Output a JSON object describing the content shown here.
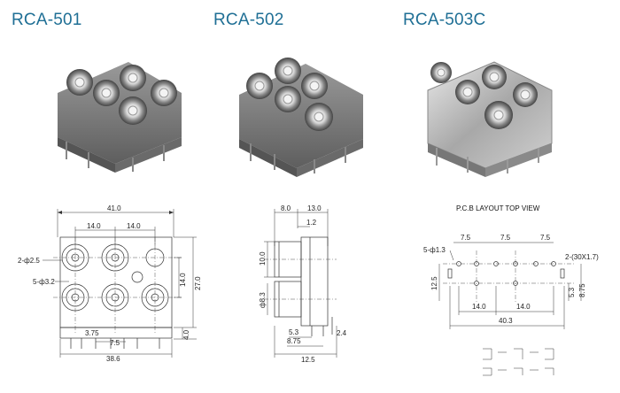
{
  "titles": {
    "rca501": "RCA-501",
    "rca502": "RCA-502",
    "rca503c": "RCA-503C"
  },
  "drawing501": {
    "overall_width": "41.0",
    "pitch_left": "14.0",
    "pitch_right": "14.0",
    "hole_large": "2-ф2.5",
    "hole_small": "5-ф3.2",
    "height_pitch": "14.0",
    "height_total": "27.0",
    "bottom_offset": "4.0",
    "pin_a": "3.75",
    "pin_b": "7.5",
    "base_width": "38.6"
  },
  "drawing502": {
    "top_a": "8.0",
    "top_b": "13.0",
    "top_c": "1.2",
    "side_h": "10.0",
    "jack_dia": "ф8.3",
    "pin_a": "5.3",
    "pin_b": "8.75",
    "pin_c": "2.4",
    "depth": "12.5"
  },
  "drawing503": {
    "header": "P.C.B LAYOUT    TOP VIEW",
    "holes": "5-ф1.3",
    "pitch1": "7.5",
    "pitch2": "7.5",
    "pitch3": "7.5",
    "slots": "2-(30X1.7)",
    "left_h": "12.5",
    "right_a": "5.3",
    "right_b": "8.75",
    "mid1": "14.0",
    "mid2": "14.0",
    "total": "40.3"
  }
}
